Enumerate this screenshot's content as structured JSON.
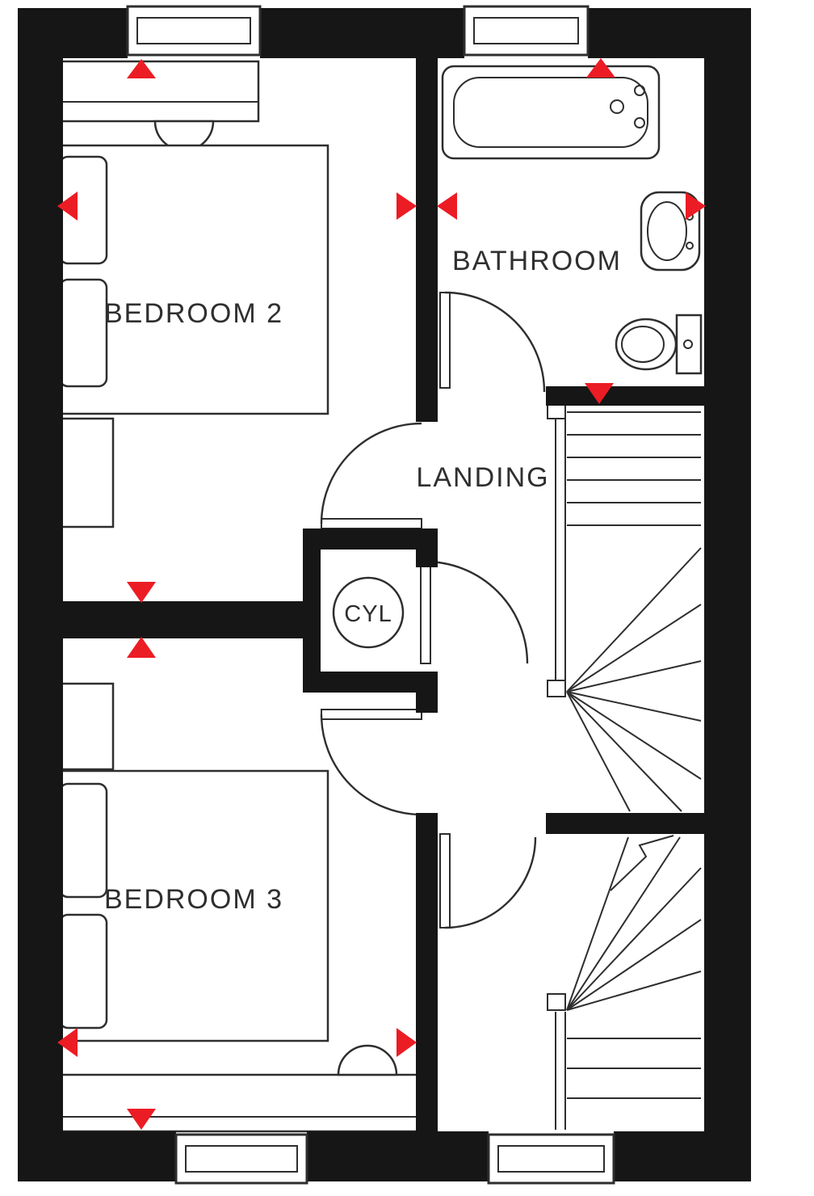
{
  "floorplan": {
    "rooms": {
      "bedroom2": {
        "label": "BEDROOM 2"
      },
      "bathroom": {
        "label": "BATHROOM"
      },
      "landing": {
        "label": "LANDING"
      },
      "cylinder_cupboard": {
        "label": "CYL"
      },
      "bedroom3": {
        "label": "BEDROOM 3"
      }
    },
    "colors": {
      "wall": "#161616",
      "line": "#2e2e2e",
      "marker": "#ec1c24",
      "background": "#ffffff",
      "label": "#2f2f2f"
    }
  }
}
